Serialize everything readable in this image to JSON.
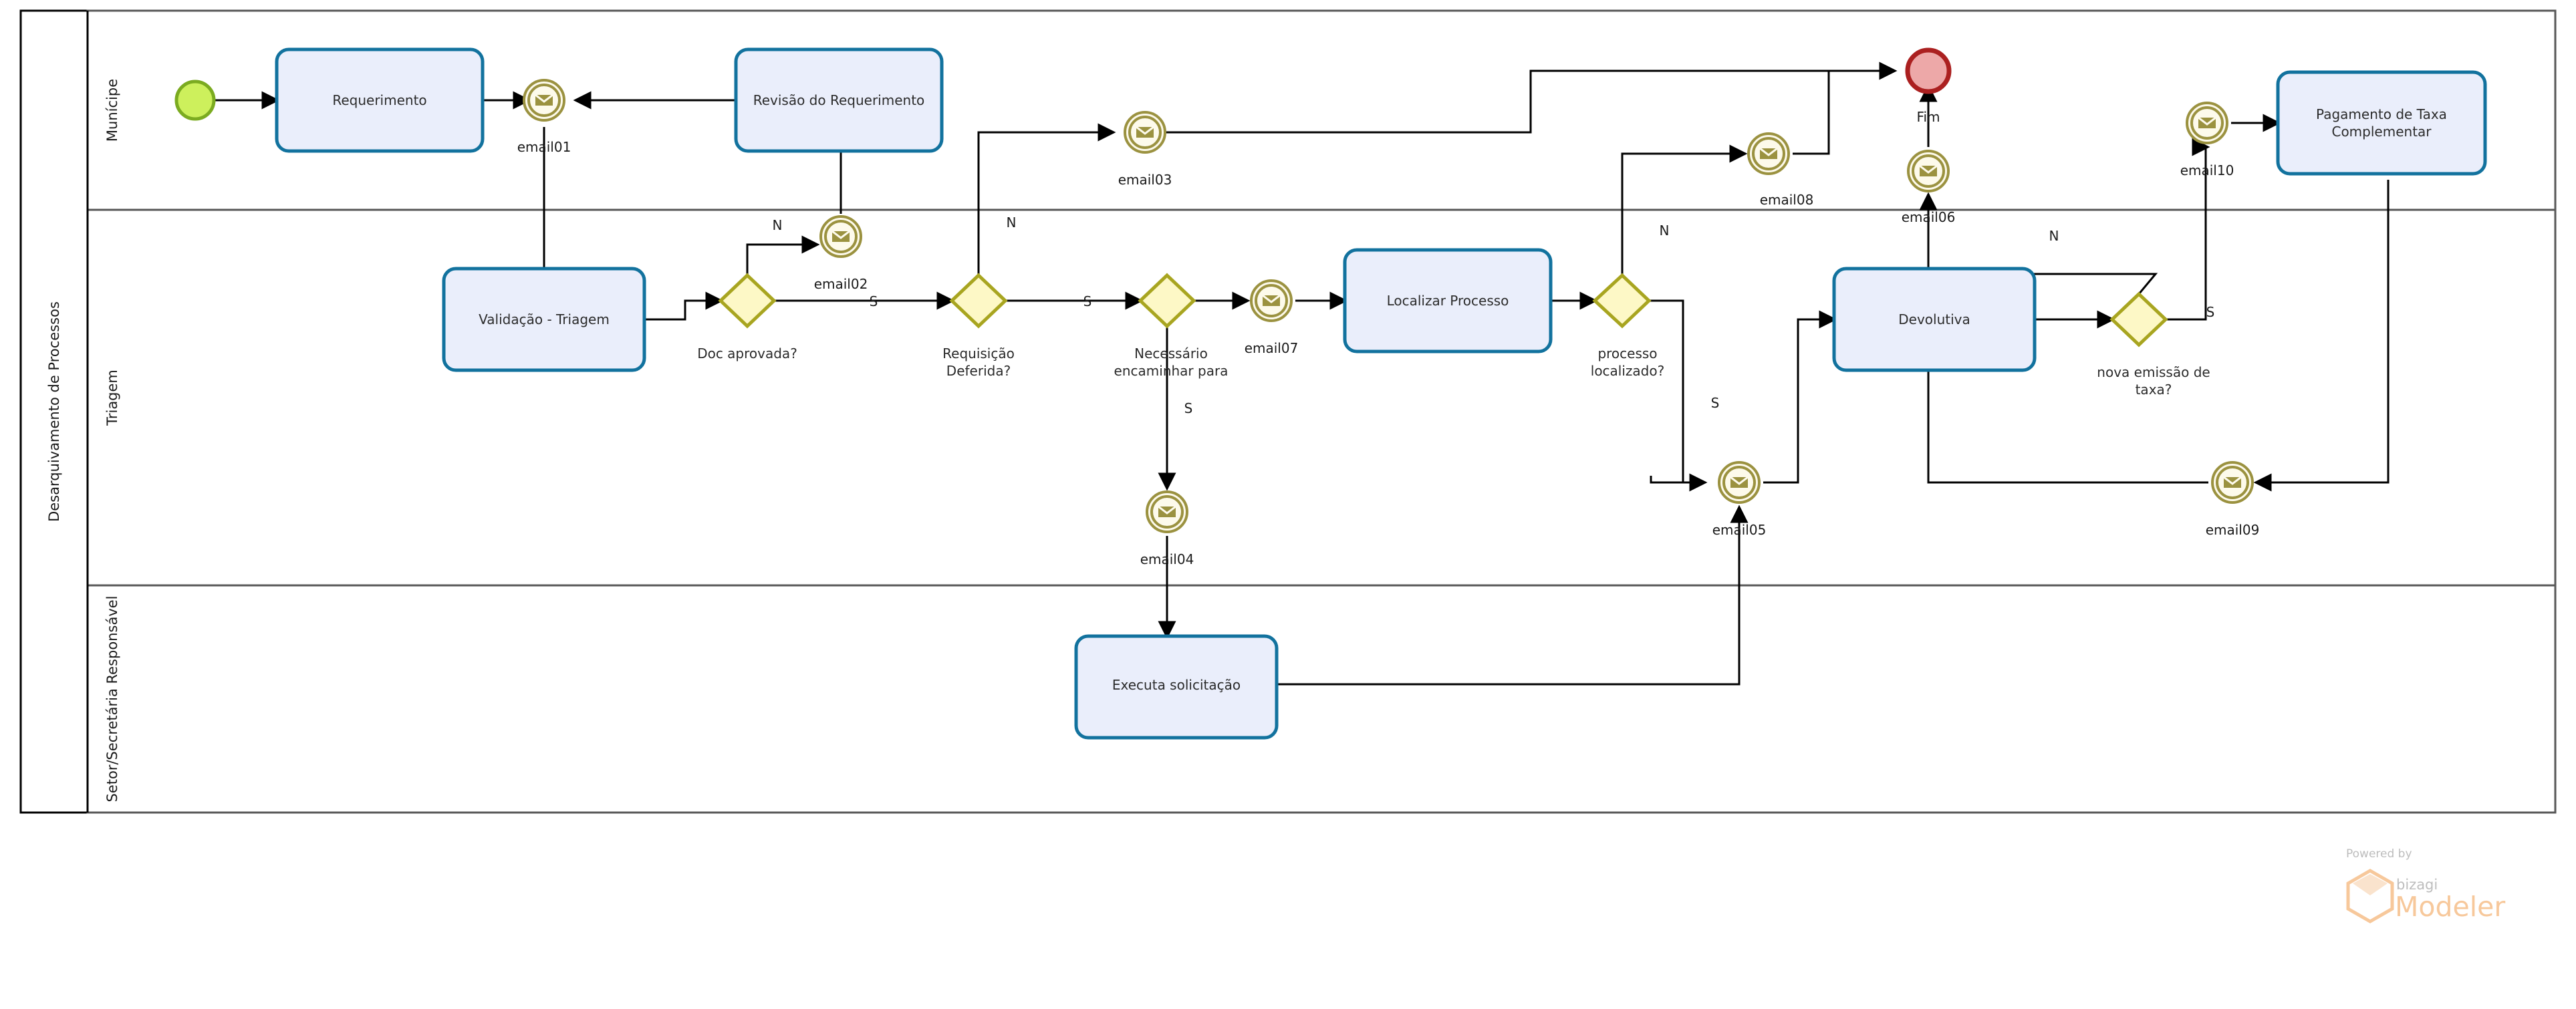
{
  "diagram": {
    "type": "bpmn-process",
    "pool": {
      "name": "Desarquivamento de Processos"
    },
    "lanes": [
      {
        "id": "municipe",
        "name": "Munícipe"
      },
      {
        "id": "triagem",
        "name": "Triagem"
      },
      {
        "id": "setor",
        "name": "Setor/Secretária Responsável"
      }
    ],
    "colors": {
      "task_fill": "#eaeefb",
      "task_stroke": "#12729e",
      "gateway_fill": "#fdf8c6",
      "gateway_stroke": "#a8a520",
      "start_fill": "#cdf05c",
      "start_stroke": "#7bab20",
      "end_fill": "#eda8a8",
      "end_stroke": "#ab2020",
      "message_fill": "#fdfaeb",
      "message_stroke": "#9b9240",
      "flow_stroke": "#000000"
    },
    "tasks": [
      {
        "id": "t_requerimento",
        "label": "Requerimento",
        "lane": "municipe"
      },
      {
        "id": "t_revisao",
        "label": "Revisão do Requerimento",
        "lane": "municipe"
      },
      {
        "id": "t_pagamento",
        "label": "Pagamento de Taxa Complementar",
        "lane": "municipe"
      },
      {
        "id": "t_validacao",
        "label": "Validação - Triagem",
        "lane": "triagem"
      },
      {
        "id": "t_localizar",
        "label": "Localizar Processo",
        "lane": "triagem"
      },
      {
        "id": "t_devolutiva",
        "label": "Devolutiva",
        "lane": "triagem"
      },
      {
        "id": "t_executa",
        "label": "Executa solicitação",
        "lane": "setor"
      }
    ],
    "gateways": [
      {
        "id": "g_doc",
        "label": "Doc aprovada?",
        "lane": "triagem"
      },
      {
        "id": "g_requisicao",
        "label": "Requisição Deferida?",
        "lane": "triagem"
      },
      {
        "id": "g_encaminhar",
        "label": "Necessário encaminhar para",
        "lane": "triagem"
      },
      {
        "id": "g_processo",
        "label": "processo localizado?",
        "lane": "triagem"
      },
      {
        "id": "g_taxa",
        "label": "nova emissão de taxa?",
        "lane": "triagem"
      }
    ],
    "events": [
      {
        "id": "e_start",
        "kind": "start",
        "label": "",
        "lane": "municipe"
      },
      {
        "id": "e_end",
        "kind": "end",
        "label": "Fim",
        "lane": "municipe"
      },
      {
        "id": "email01",
        "kind": "message",
        "label": "email01",
        "lane": "municipe"
      },
      {
        "id": "email02",
        "kind": "message",
        "label": "email02",
        "lane": "triagem"
      },
      {
        "id": "email03",
        "kind": "message",
        "label": "email03",
        "lane": "municipe"
      },
      {
        "id": "email04",
        "kind": "message",
        "label": "email04",
        "lane": "triagem"
      },
      {
        "id": "email05",
        "kind": "message",
        "label": "email05",
        "lane": "triagem"
      },
      {
        "id": "email06",
        "kind": "message",
        "label": "email06",
        "lane": "municipe"
      },
      {
        "id": "email07",
        "kind": "message",
        "label": "email07",
        "lane": "triagem"
      },
      {
        "id": "email08",
        "kind": "message",
        "label": "email08",
        "lane": "municipe"
      },
      {
        "id": "email09",
        "kind": "message",
        "label": "email09",
        "lane": "triagem"
      },
      {
        "id": "email10",
        "kind": "message",
        "label": "email10",
        "lane": "municipe"
      }
    ],
    "flow_labels": {
      "doc_no": "N",
      "doc_yes": "S",
      "requisicao_no": "N",
      "requisicao_yes": "S",
      "encaminhar_yes": "S",
      "processo_no": "N",
      "processo_yes": "S",
      "taxa_no": "N",
      "taxa_yes": "S"
    }
  },
  "watermark": {
    "powered_by": "Powered by",
    "brand_small": "bizagi",
    "brand_big": "Modeler"
  }
}
